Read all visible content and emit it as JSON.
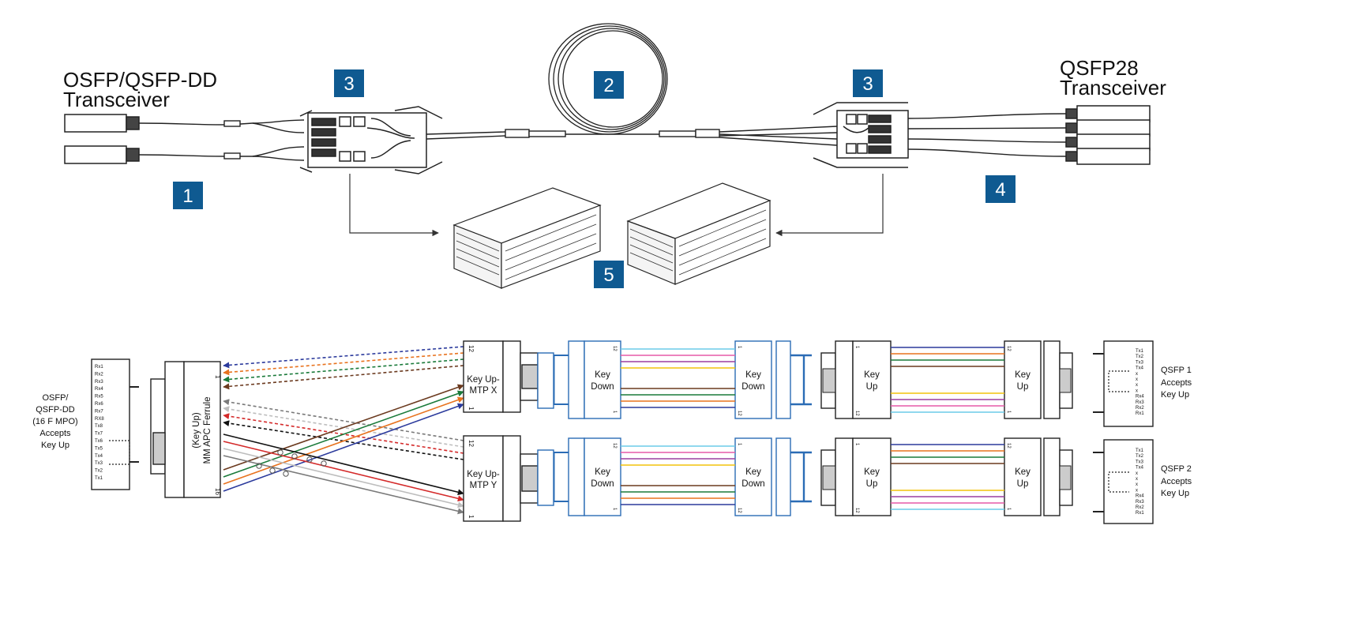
{
  "top": {
    "left_title": [
      "OSFP/QSFP-DD",
      "Transceiver"
    ],
    "right_title": [
      "QSFP28",
      "Transceiver"
    ],
    "badges": [
      "1",
      "2",
      "3",
      "3",
      "4",
      "5"
    ],
    "badge_color": "#0f5a91"
  },
  "bottom": {
    "osfp_label": [
      "OSFP/",
      "QSFP-DD",
      "(16 F MPO)",
      "Accepts",
      "Key Up"
    ],
    "osfp_ports": [
      "Rx1",
      "Rx2",
      "Rx3",
      "Rx4",
      "Rx5",
      "Rx6",
      "Rx7",
      "RX8",
      "Tx8",
      "Tx7",
      "Tx6",
      "Tx5",
      "Tx4",
      "Tx3",
      "Tx2",
      "Tx1"
    ],
    "ferrule_label": [
      "(Key Up)",
      "MM APC Ferrule"
    ],
    "ferrule_pin_top": "1",
    "ferrule_pin_bottom": "16",
    "mtp_x_label": [
      "Key Up-",
      "MTP X"
    ],
    "mtp_y_label": [
      "Key Up-",
      "MTP Y"
    ],
    "pin_12": "12",
    "pin_1": "1",
    "key_down": [
      "Key",
      "Down"
    ],
    "key_up": [
      "Key",
      "Up"
    ],
    "qsfp1_ports": [
      "Tx1",
      "Tx2",
      "Tx3",
      "Tx4",
      "x",
      "x",
      "x",
      "x",
      "Rx4",
      "Rx3",
      "Rx2",
      "Rx1"
    ],
    "qsfp2_ports": [
      "Tx1",
      "Tx2",
      "Tx3",
      "Tx4",
      "x",
      "x",
      "x",
      "x",
      "Rx4",
      "Rx3",
      "Rx2",
      "Rx1"
    ],
    "qsfp1_label": [
      "QSFP 1",
      "Accepts",
      "Key Up"
    ],
    "qsfp2_label": [
      "QSFP 2",
      "Accepts",
      "Key Up"
    ],
    "fiber_colors": [
      "#2b3a9c",
      "#e8731f",
      "#1a7a3a",
      "#6b3a1f",
      "#7a7a7a",
      "#bdbdbd",
      "#d42a2a",
      "#111111",
      "#f2c40c",
      "#9b3fa0",
      "#e65aa8",
      "#6ccbe8"
    ]
  }
}
